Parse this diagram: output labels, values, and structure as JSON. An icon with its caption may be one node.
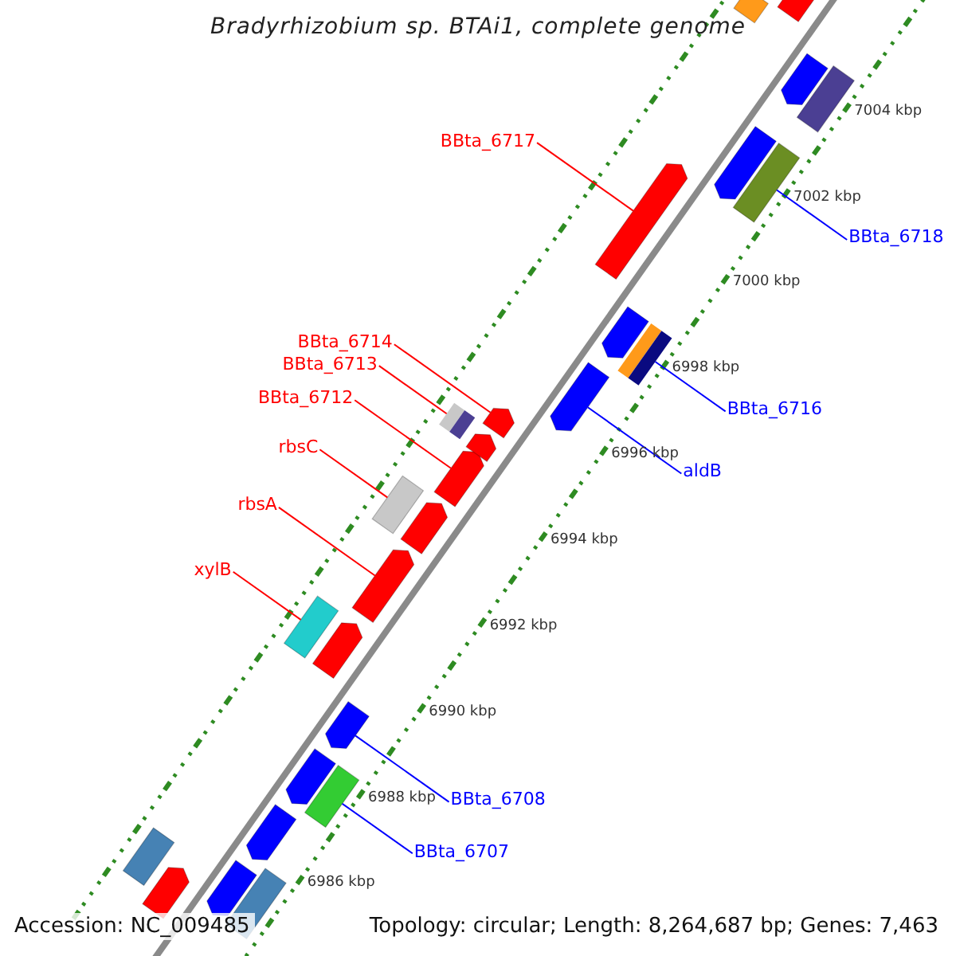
{
  "diagram": {
    "title": "Bradyrhizobium sp. BTAi1, complete genome",
    "nodes": [
      {
        "text": [
          "BBta_6717"
        ]
      },
      {
        "text": [],
        "shape": "arrow"
      },
      {
        "text": [
          "BBta_6718"
        ]
      },
      {
        "text": [],
        "shape": "bar"
      },
      {
        "text": [
          "BBta_6714"
        ]
      },
      {
        "text": [],
        "shape": "arrow"
      },
      {
        "text": [
          "BBta_6713"
        ]
      },
      {
        "text": [],
        "shape": "bar"
      },
      {
        "text": [
          "BBta_6712"
        ]
      },
      {
        "text": [],
        "shape": "arrow"
      },
      {
        "text": [
          "BBta_6716"
        ]
      },
      {
        "text": [],
        "shape": "bar"
      },
      {
        "text": [
          "rbsC"
        ]
      },
      {
        "text": [],
        "shape": "bar"
      },
      {
        "text": [
          "aldB"
        ]
      },
      {
        "text": [],
        "shape": "arrow"
      },
      {
        "text": [
          "rbsA"
        ]
      },
      {
        "text": [],
        "shape": "arrow"
      },
      {
        "text": [
          "xylB"
        ]
      },
      {
        "text": [],
        "shape": "bar"
      },
      {
        "text": [
          "BBta_6708"
        ]
      },
      {
        "text": [],
        "shape": "arrow"
      },
      {
        "text": [
          "BBta_6707"
        ]
      },
      {
        "text": [],
        "shape": "bar"
      },
      {
        "text": [],
        "shape": "arrow"
      },
      {
        "text": [],
        "shape": "bar"
      },
      {
        "text": [],
        "shape": "arrow"
      },
      {
        "text": [],
        "shape": "bar"
      },
      {
        "text": [],
        "shape": "arrow"
      },
      {
        "text": [],
        "shape": "arrow"
      },
      {
        "text": [],
        "shape": "arrow"
      },
      {
        "text": [],
        "shape": "arrow"
      },
      {
        "text": [],
        "shape": "arrow"
      },
      {
        "text": [],
        "shape": "arrow"
      },
      {
        "text": [],
        "shape": "arrow"
      },
      {
        "text": [],
        "shape": "arrow"
      },
      {
        "text": [],
        "shape": "bar"
      },
      {
        "text": [],
        "shape": "arrow"
      },
      {
        "text": [],
        "shape": "bar"
      }
    ],
    "edges": [
      {
        "from": 0,
        "to": 1,
        "arrow": "none"
      },
      {
        "from": 2,
        "to": 3,
        "arrow": "none",
        "color": "#0000ff"
      },
      {
        "from": 4,
        "to": 5,
        "arrow": "none"
      },
      {
        "from": 6,
        "to": 7,
        "arrow": "none"
      },
      {
        "from": 8,
        "to": 9,
        "arrow": "none"
      },
      {
        "from": 10,
        "to": 11,
        "arrow": "none",
        "color": "#0000ff"
      },
      {
        "from": 12,
        "to": 13,
        "arrow": "none"
      },
      {
        "from": 14,
        "to": 15,
        "arrow": "none",
        "color": "#0000ff"
      },
      {
        "from": 16,
        "to": 17,
        "arrow": "none"
      },
      {
        "from": 18,
        "to": 19,
        "arrow": "none"
      },
      {
        "from": 20,
        "to": 21,
        "arrow": "none",
        "color": "#0000ff"
      },
      {
        "from": 22,
        "to": 23,
        "arrow": "none",
        "color": "#0000ff"
      }
    ],
    "labels": [
      "7004 kbp",
      "7002 kbp",
      "7000 kbp",
      "6998 kbp",
      "6996 kbp",
      "6994 kbp",
      "6992 kbp",
      "6990 kbp",
      "6988 kbp",
      "6986 kbp",
      "Accession: NC_009485",
      "Topology: circular; Length: 8,264,687 bp; Genes: 7,463"
    ]
  }
}
